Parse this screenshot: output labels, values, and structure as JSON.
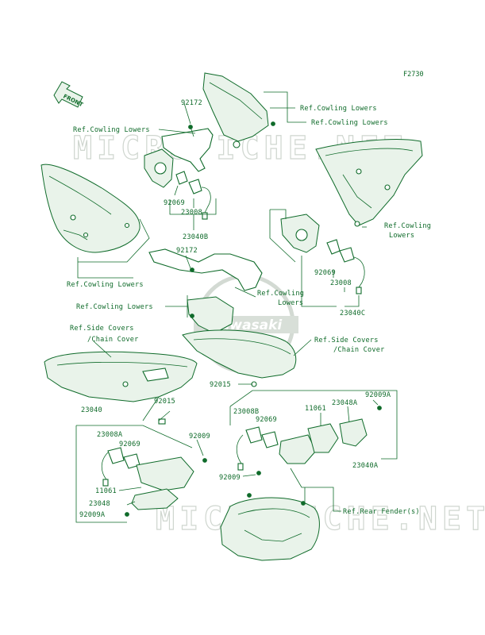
{
  "figure_id": "F2730",
  "front_arrow_label": "FRONT",
  "watermarks": {
    "top": "MICROFICHE.NET",
    "bottom": "MICROFICHE.NET",
    "logo": "Kawasaki"
  },
  "labels": {
    "ref_cowling_1": "Ref.Cowling Lowers",
    "ref_cowling_2": "Ref.Cowling Lowers",
    "ref_cowling_3": "Ref.Cowling Lowers",
    "ref_cowling_right_1": "Ref.Cowling",
    "ref_cowling_right_2": "Lowers",
    "ref_cowling_4": "Ref.Cowling Lowers",
    "ref_cowling_center_1": "Ref.Cowling",
    "ref_cowling_center_2": "Lowers",
    "ref_cowling_5": "Ref.Cowling Lowers",
    "ref_side_left_1": "Ref.Side Covers",
    "ref_side_left_2": "/Chain Cover",
    "ref_side_right_1": "Ref.Side Covers",
    "ref_side_right_2": "/Chain Cover",
    "ref_rear_fender": "Ref.Rear Fender(s)"
  },
  "parts": {
    "p92172_top": "92172",
    "p92069_a": "92069",
    "p23008_a": "23008",
    "p23040B": "23040B",
    "p92172_mid": "92172",
    "p92069_b": "92069",
    "p23008_b": "23008",
    "p23040C": "23040C",
    "p92015_a": "92015",
    "p92015_b": "92015",
    "p23040": "23040",
    "p23008A": "23008A",
    "p92069_c": "92069",
    "p92009_a": "92009",
    "p11061_a": "11061",
    "p23048_a": "23048",
    "p92009A_a": "92009A",
    "p23008B": "23008B",
    "p92069_d": "92069",
    "p11061_b": "11061",
    "p23048A": "23048A",
    "p92009A_b": "92009A",
    "p23040A": "23040A",
    "p92009_b": "92009"
  }
}
